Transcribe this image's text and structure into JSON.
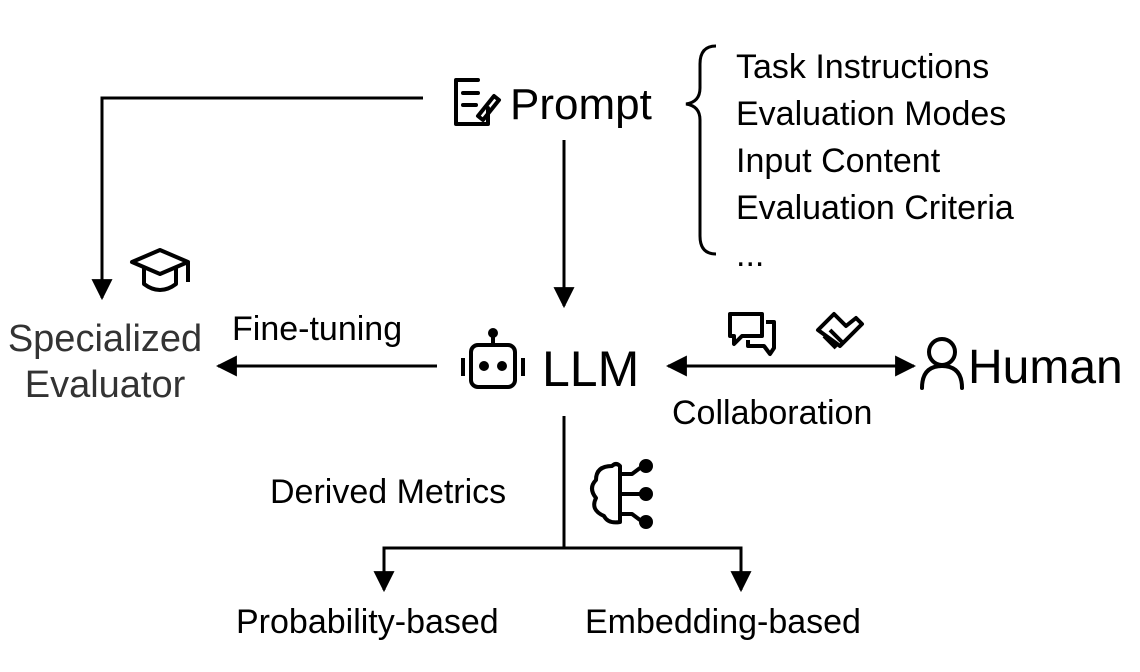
{
  "nodes": {
    "prompt": {
      "label": "Prompt",
      "icon": "prompt-edit-icon"
    },
    "llm": {
      "label": "LLM",
      "icon": "robot-icon"
    },
    "human": {
      "label": "Human",
      "icon": "person-icon"
    },
    "specialized_evaluator": {
      "line1": "Specialized",
      "line2": "Evaluator",
      "icon": "graduation-cap-icon"
    },
    "probability_based": {
      "label": "Probability-based"
    },
    "embedding_based": {
      "label": "Embedding-based"
    }
  },
  "prompt_components": [
    "Task Instructions",
    "Evaluation Modes",
    "Input Content",
    "Evaluation Criteria",
    "..."
  ],
  "edges": {
    "fine_tuning": "Fine-tuning",
    "collaboration": "Collaboration",
    "derived_metrics": "Derived Metrics"
  },
  "icons": {
    "collaboration": [
      "chat-bubbles-icon",
      "handshake-icon"
    ],
    "derived_metrics": "brain-network-icon"
  }
}
